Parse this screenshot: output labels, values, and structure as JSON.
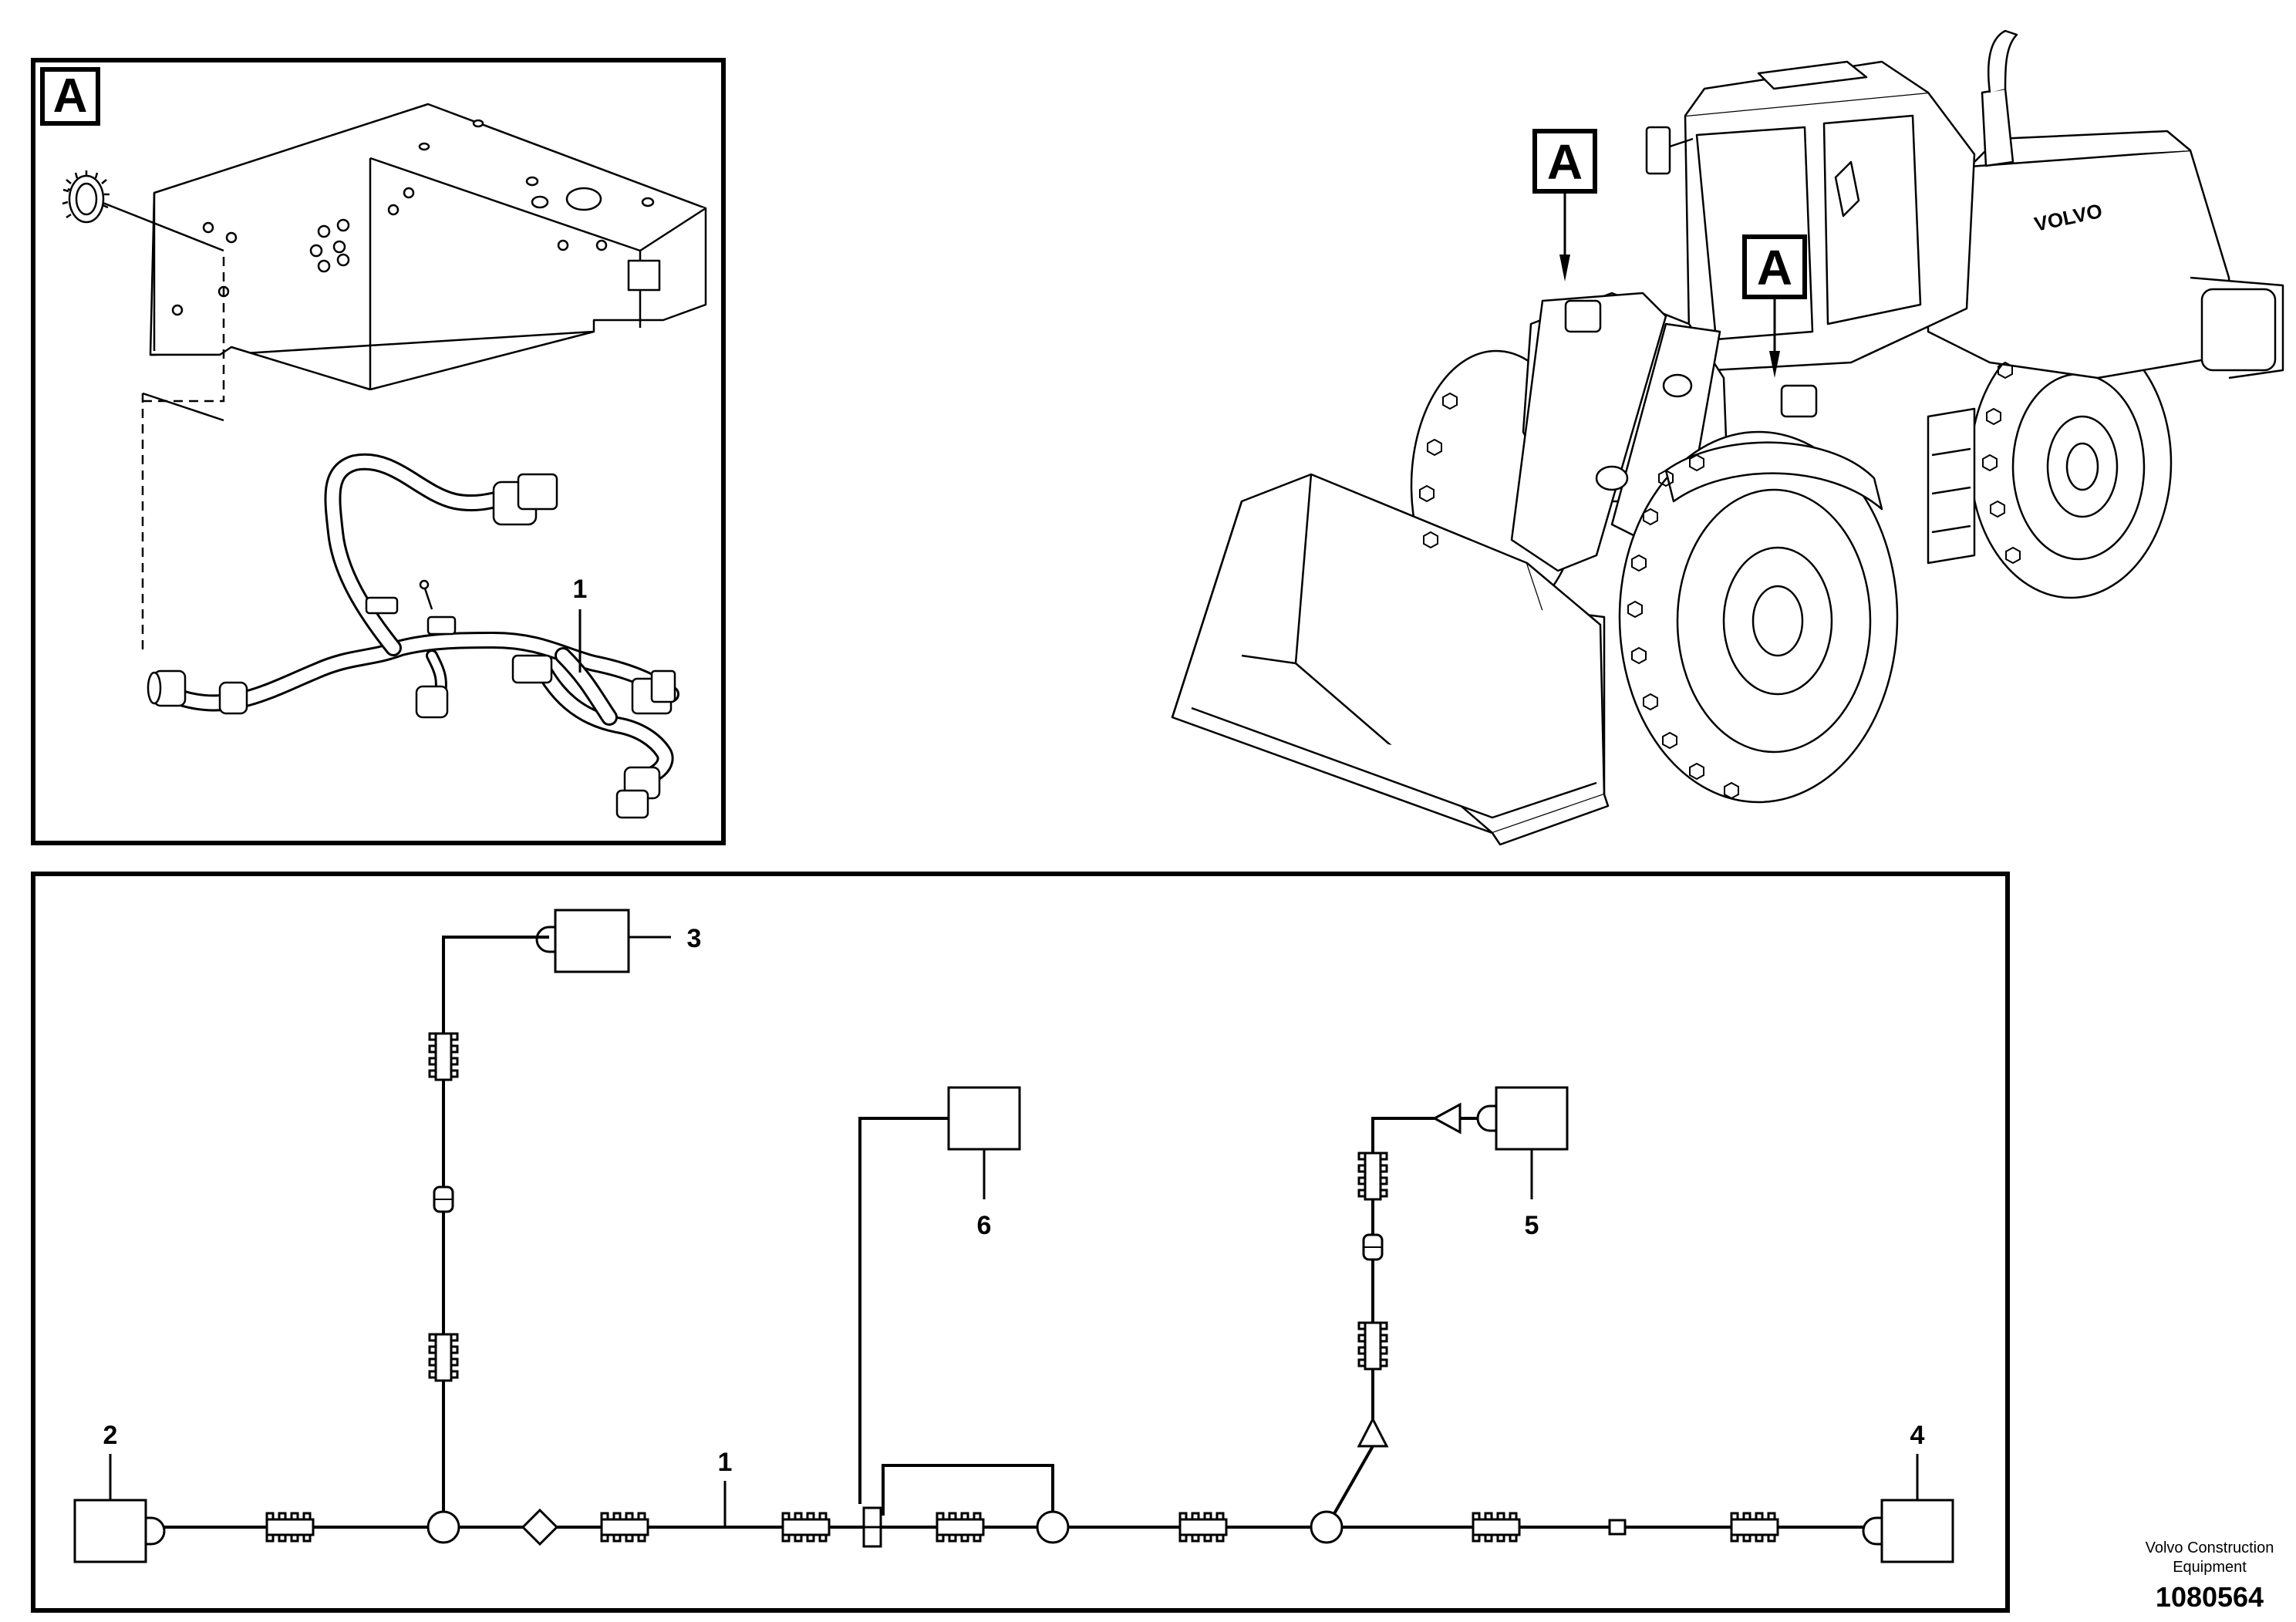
{
  "detail_view": {
    "view_label": "A",
    "callout_harness": "1"
  },
  "machine_view": {
    "view_callouts": [
      "A",
      "A"
    ],
    "brand_on_cab": "VOLVO"
  },
  "schematic": {
    "callouts": {
      "harness": "1",
      "left_unit": "2",
      "top_unit": "3",
      "right_unit": "4",
      "upper_right_unit": "5",
      "upper_middle_unit": "6"
    }
  },
  "footer": {
    "company_line1": "Volvo Construction",
    "company_line2": "Equipment",
    "drawing_number": "1080564"
  }
}
